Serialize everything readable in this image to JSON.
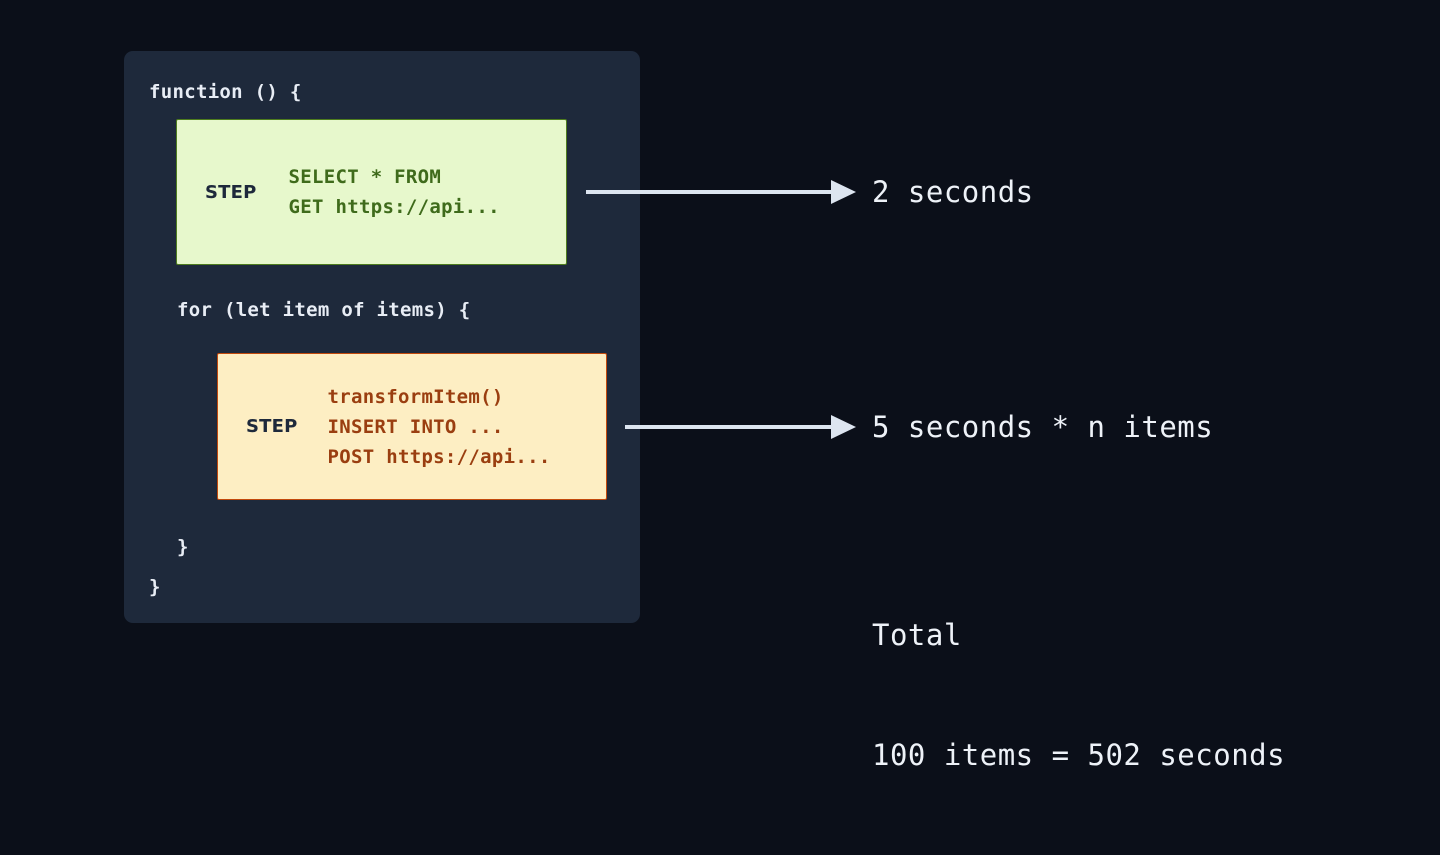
{
  "theme": {
    "page_background": "#0b0f19",
    "panel_background": "#1e293b",
    "green_box_background": "#e7f8cc",
    "green_box_border": "#4e7c1e",
    "green_text": "#3f6b1b",
    "orange_box_background": "#fdeec3",
    "orange_box_border": "#c2490c",
    "orange_text": "#9a3e10",
    "code_text": "#e8edf5",
    "arrow_color": "#dde5f0",
    "annotation_text": "#eef2f8"
  },
  "code_panel": {
    "line_function": "function () {",
    "line_for": "for (let item of items) {",
    "line_close_inner": "}",
    "line_close_outer": "}"
  },
  "steps": [
    {
      "id": "step-1",
      "badge": "STEP",
      "variant": "green",
      "lines": [
        "SELECT * FROM",
        "GET https://api..."
      ],
      "arrow_name": "arrow-step-1-to-duration",
      "annotation": "2 seconds"
    },
    {
      "id": "step-2",
      "badge": "STEP",
      "variant": "orange",
      "lines": [
        "transformItem()",
        "INSERT INTO ...",
        "POST https://api..."
      ],
      "arrow_name": "arrow-step-2-to-duration",
      "annotation": "5 seconds * n items"
    }
  ],
  "total": {
    "label": "Total",
    "value": "100 items = 502 seconds"
  }
}
